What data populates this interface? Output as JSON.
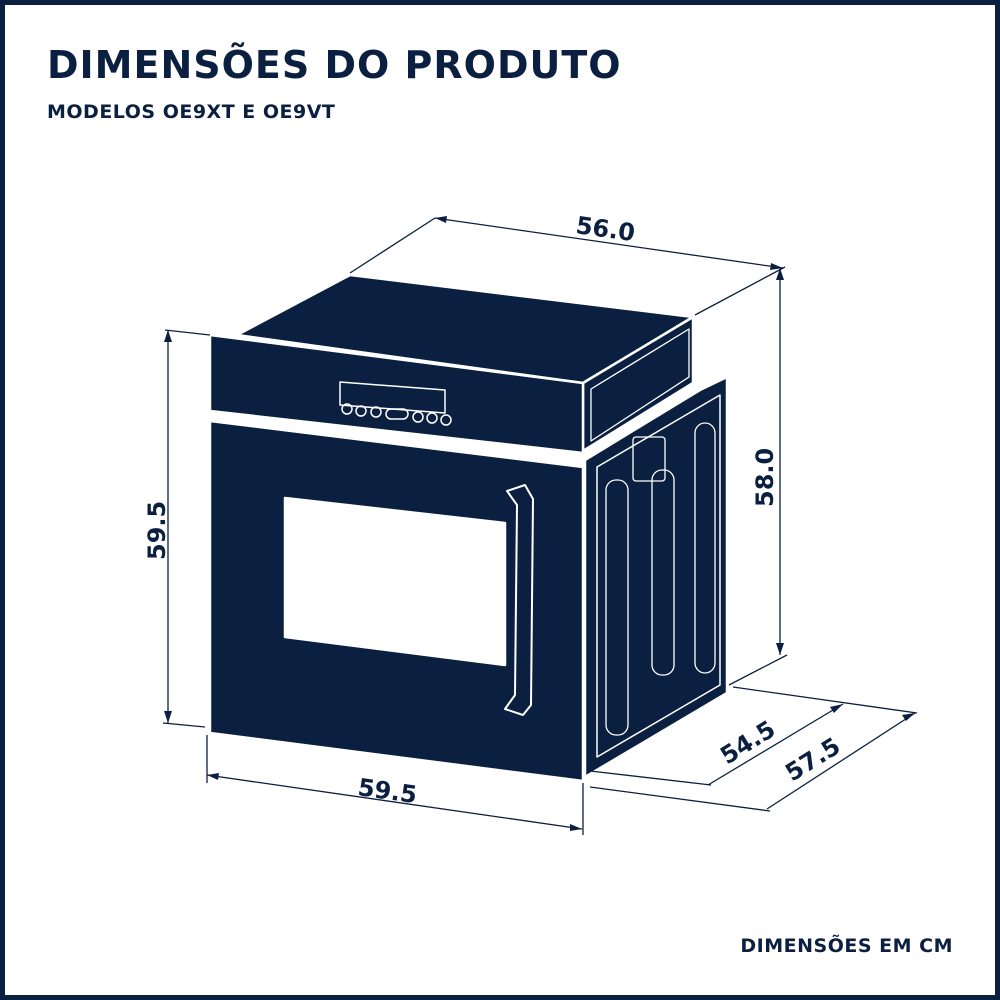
{
  "header": {
    "title": "DIMENSÕES DO PRODUTO",
    "subtitle": "MODELOS OE9XT E OE9VT"
  },
  "dimensions": {
    "top_width": "56.0",
    "side_height": "58.0",
    "front_height": "59.5",
    "front_width": "59.5",
    "depth_body": "54.5",
    "depth_total": "57.5"
  },
  "footer": {
    "units_note": "DIMENSÕES EM CM"
  },
  "colors": {
    "primary": "#0b2040",
    "background": "#ffffff"
  }
}
